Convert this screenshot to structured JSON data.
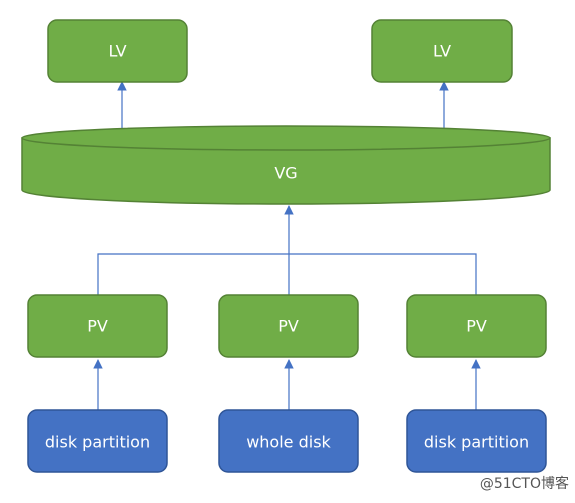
{
  "diagram": {
    "lv_left": "LV",
    "lv_right": "LV",
    "vg": "VG",
    "pv_left": "PV",
    "pv_middle": "PV",
    "pv_right": "PV",
    "disk_left": "disk partition",
    "disk_middle": "whole disk",
    "disk_right": "disk partition"
  },
  "colors": {
    "green_fill": "#70ad47",
    "green_stroke": "#548235",
    "blue_fill": "#4472c4",
    "blue_stroke": "#2f5597",
    "connector": "#4472c4"
  },
  "watermark": "@51CTO博客"
}
